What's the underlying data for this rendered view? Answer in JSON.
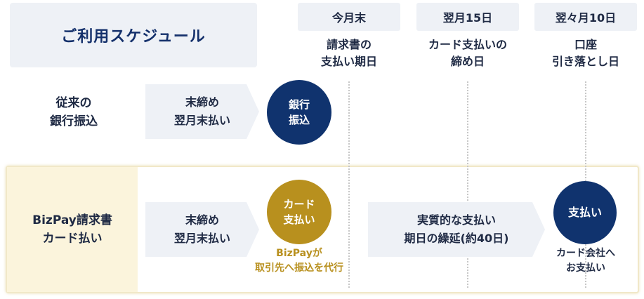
{
  "header": {
    "title": "ご利用スケジュール",
    "columns": [
      {
        "head": "今月末",
        "sub": [
          "請求書の",
          "支払い期日"
        ]
      },
      {
        "head": "翌月15日",
        "sub": [
          "カード支払いの",
          "締め日"
        ]
      },
      {
        "head": "翌々月10日",
        "sub": [
          "口座",
          "引き落とし日"
        ]
      }
    ]
  },
  "rows": {
    "bank": {
      "label": [
        "従来の",
        "銀行振込"
      ],
      "arrow": [
        "末締め",
        "翌月末払い"
      ],
      "circle": [
        "銀行",
        "振込"
      ]
    },
    "bizpay": {
      "label": [
        "BizPay請求書",
        "カード払い"
      ],
      "arrow1": [
        "末締め",
        "翌月末払い"
      ],
      "circle1": [
        "カード",
        "支払い"
      ],
      "caption1": [
        "BizPayが",
        "取引先へ振込を代行"
      ],
      "arrow2": [
        "実質的な支払い",
        "期日の繰延(約40日)"
      ],
      "circle2": "支払い",
      "caption2": [
        "カード会社へ",
        "お支払い"
      ]
    }
  },
  "colors": {
    "navy": "#10336e",
    "gold": "#b8901e",
    "light_bg": "#eef1f6",
    "cream": "#fbf4dc"
  }
}
